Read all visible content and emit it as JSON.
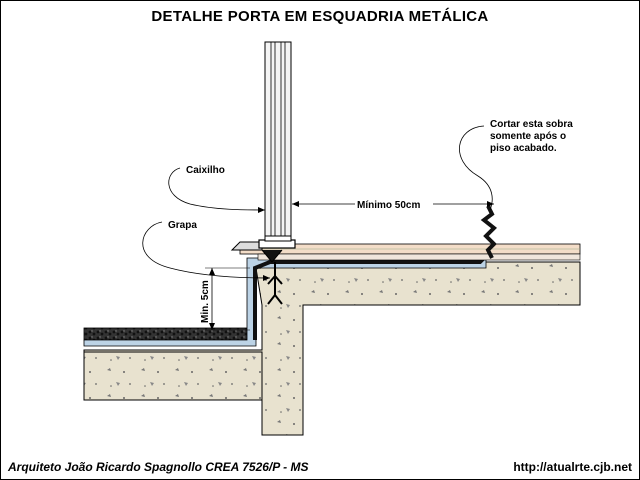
{
  "title": "DETALHE PORTA EM ESQUADRIA METÁLICA",
  "labels": {
    "caixilho": "Caixilho",
    "grapa": "Grapa",
    "minimo": "Mínimo 50cm",
    "min5": "Min. 5cm",
    "note_line1": "Cortar esta sobra",
    "note_line2": "somente após o",
    "note_line3": "piso acabado."
  },
  "footer": {
    "author": "Arquiteto João Ricardo Spagnollo CREA 7526/P - MS",
    "url": "http://atualrte.cjb.net"
  },
  "colors": {
    "concrete": "#e8e2cf",
    "floor_finish": "#f3ddc8",
    "waterproofing": "#bcd3e6",
    "membrane": "#111111",
    "gravel": "#222222"
  }
}
